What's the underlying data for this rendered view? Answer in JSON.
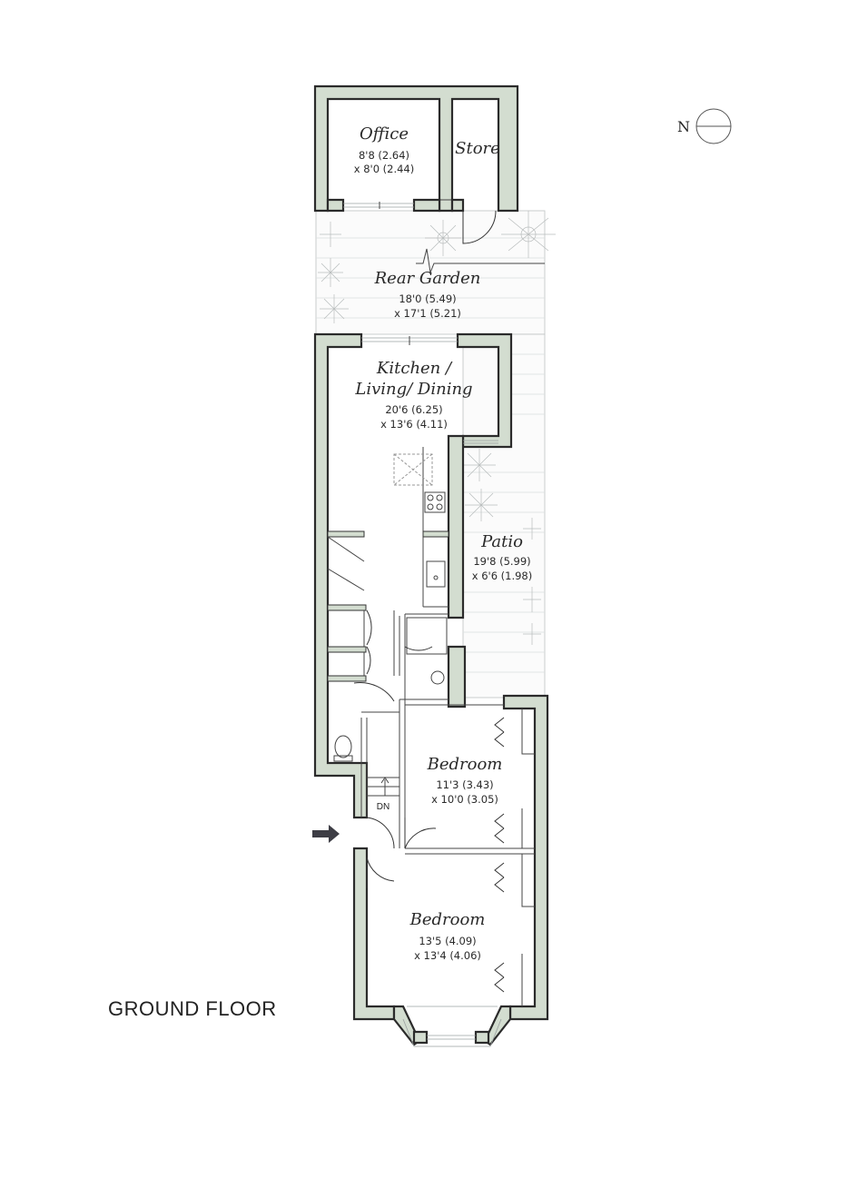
{
  "rooms": {
    "office": {
      "name": "Office",
      "dim1": "8'8 (2.64)",
      "dim2": "x 8'0 (2.44)"
    },
    "store": {
      "name": "Store"
    },
    "rear_garden": {
      "name": "Rear Garden",
      "dim1": "18'0 (5.49)",
      "dim2": "x 17'1 (5.21)"
    },
    "kitchen": {
      "name_line1": "Kitchen /",
      "name_line2": "Living/ Dining",
      "dim1": "20'6 (6.25)",
      "dim2": "x 13'6 (4.11)"
    },
    "patio": {
      "name": "Patio",
      "dim1": "19'8 (5.99)",
      "dim2": "x 6'6 (1.98)"
    },
    "bedroom1": {
      "name": "Bedroom",
      "dim1": "11'3 (3.43)",
      "dim2": "x 10'0 (3.05)"
    },
    "bedroom2": {
      "name": "Bedroom",
      "dim1": "13'5 (4.09)",
      "dim2": "x 13'4 (4.06)"
    }
  },
  "compass": {
    "label": "N"
  },
  "stairs": {
    "label": "DN"
  },
  "floor": {
    "label": "GROUND FLOOR"
  },
  "colors": {
    "wall_fill": "#d3ddd0",
    "outline": "#2b2b2b",
    "entry_arrow": "#3d3d45"
  }
}
